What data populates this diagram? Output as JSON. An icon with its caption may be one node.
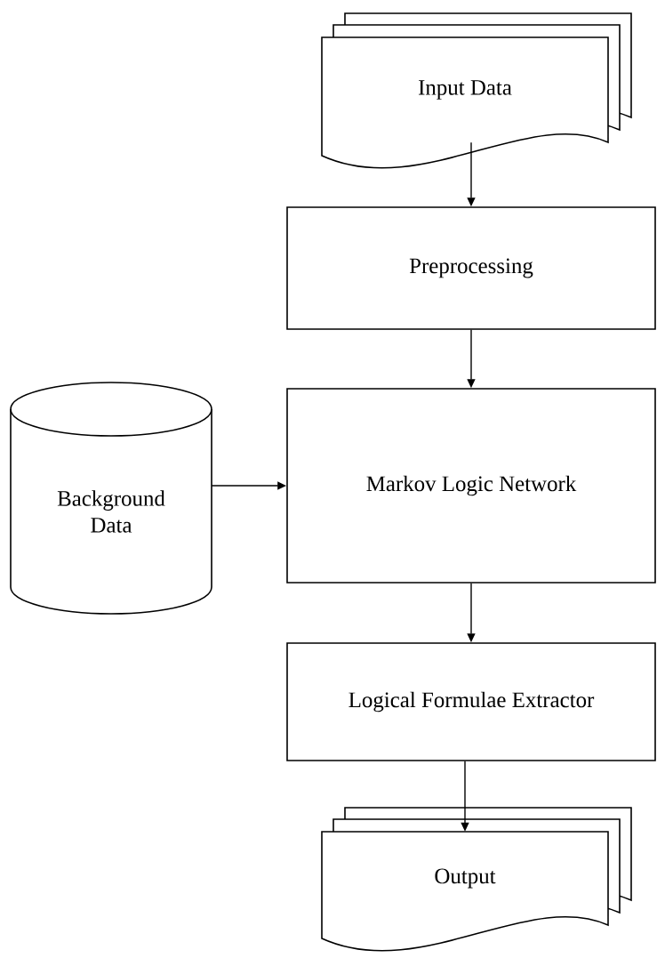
{
  "diagram": {
    "nodes": [
      {
        "text": [
          "Input Data"
        ]
      },
      {
        "text": [
          "Preprocessing"
        ]
      },
      {
        "text": [
          "Markov Logic Network"
        ]
      },
      {
        "text": [
          "Logical Formulae Extractor"
        ]
      },
      {
        "text": [
          "Output"
        ]
      },
      {
        "text": [
          "Background Data"
        ]
      }
    ],
    "edges": [
      {
        "from": 0,
        "to": 1,
        "arrow": "to"
      },
      {
        "from": 1,
        "to": 2,
        "arrow": "to"
      },
      {
        "from": 5,
        "to": 2,
        "arrow": "to"
      },
      {
        "from": 2,
        "to": 3,
        "arrow": "to"
      },
      {
        "from": 3,
        "to": 4,
        "arrow": "to"
      }
    ]
  }
}
